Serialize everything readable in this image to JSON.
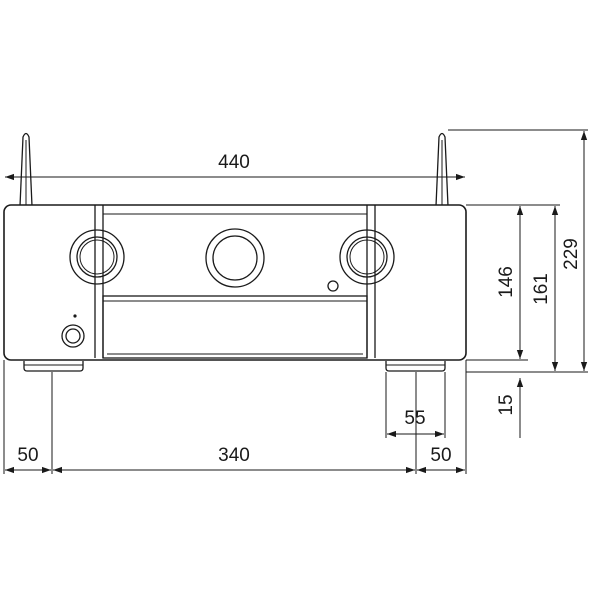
{
  "diagram": {
    "dimensions": {
      "width_total": "440",
      "foot_offset_left": "50",
      "foot_spacing": "340",
      "foot_offset_right": "50",
      "foot_width": "55",
      "body_height": "146",
      "height_with_feet": "161",
      "height_with_antenna": "229",
      "foot_height": "15"
    }
  }
}
